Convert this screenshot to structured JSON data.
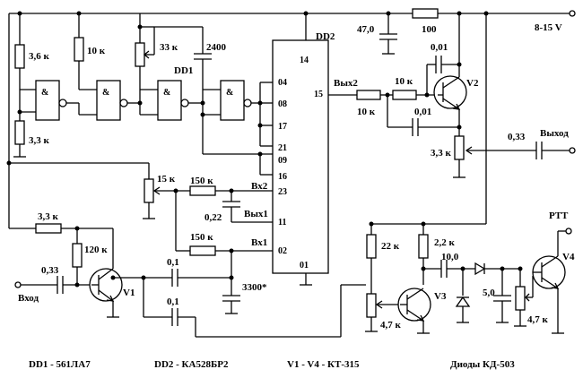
{
  "chips": {
    "dd1": "DD1",
    "dd2": "DD2",
    "dd2_pins_left": [
      "14",
      "04",
      "08",
      "17",
      "21",
      "09",
      "16",
      "23",
      "11",
      "02",
      "01"
    ],
    "dd2_pin_15": "15",
    "dd2_inputs": {
      "vx2": "Вх2",
      "vyx1": "Вых1",
      "vx1": "Вх1"
    },
    "dd2_out": "Вых2"
  },
  "components": {
    "r_3_6k": "3,6 к",
    "r_10k_a": "10 к",
    "r_33k": "33 к",
    "c_2400": "2400",
    "r_3_3k_a": "3,3 к",
    "c_47": "47,0",
    "r_100": "100",
    "power": "8-15 V",
    "c_0_01_a": "0,01",
    "r_10k_b": "10 к",
    "r_10k_c": "10 к",
    "c_0_01_b": "0,01",
    "v2": "V2",
    "r_3_3k_out": "3,3 к",
    "c_0_33_out": "0,33",
    "output": "Выход",
    "r_15k": "15 к",
    "r_150k_a": "150 к",
    "c_0_22": "0,22",
    "r_150k_b": "150 к",
    "r_3_3k_b": "3,3 к",
    "r_120k": "120 к",
    "c_0_33_in": "0,33",
    "input": "Вход",
    "v1": "V1",
    "c_0_1_a": "0,1",
    "c_0_1_b": "0,1",
    "c_3300": "3300*",
    "r_22k": "22 к",
    "r_2_2k": "2,2 к",
    "c_10": "10,0",
    "r_4_7k_a": "4,7 к",
    "v3": "V3",
    "c_5": "5,0",
    "r_4_7k_b": "4,7 к",
    "v4": "V4",
    "ptt": "PTT"
  },
  "legend": {
    "dd1": "DD1 - 561ЛА7",
    "dd2": "DD2 - КА528БР2",
    "transistors": "V1 - V4 - КТ-315",
    "diodes": "Диоды КД-503"
  }
}
